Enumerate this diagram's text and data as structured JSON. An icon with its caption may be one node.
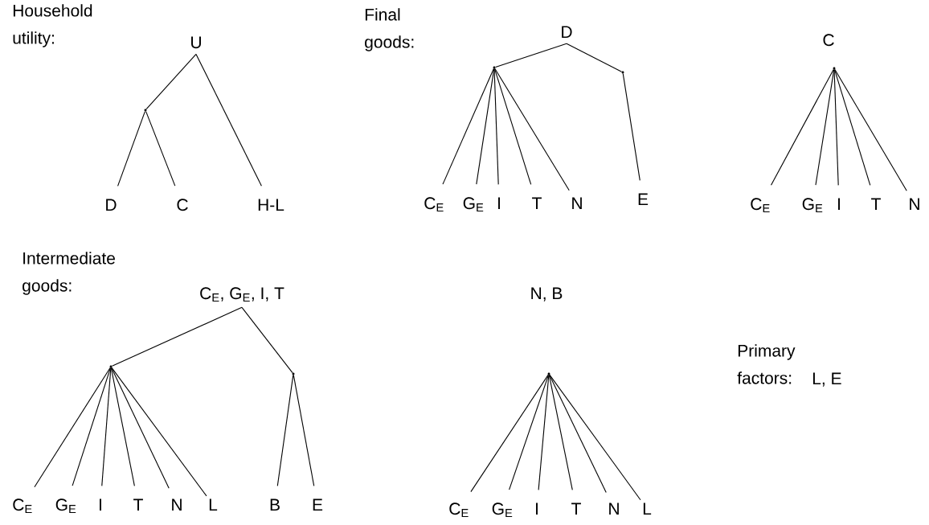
{
  "diagram": {
    "nodes": [
      {
        "text": [
          "U"
        ]
      },
      {
        "text": [],
        "shape": "point"
      },
      {
        "text": [
          "D"
        ]
      },
      {
        "text": [
          "C"
        ]
      },
      {
        "text": [
          "H-L"
        ]
      },
      {
        "text": [
          "D"
        ]
      },
      {
        "text": [],
        "shape": "point"
      },
      {
        "text": [],
        "shape": "point"
      },
      {
        "text": [
          "C$_{E}$"
        ]
      },
      {
        "text": [
          "G$_{E}$"
        ]
      },
      {
        "text": [
          "I"
        ]
      },
      {
        "text": [
          "T"
        ]
      },
      {
        "text": [
          "N"
        ]
      },
      {
        "text": [
          "E"
        ]
      },
      {
        "text": [],
        "shape": "point"
      },
      {
        "text": [
          "C$_{E}$"
        ]
      },
      {
        "text": [
          "G$_{E}$"
        ]
      },
      {
        "text": [
          "I"
        ]
      },
      {
        "text": [
          "T"
        ]
      },
      {
        "text": [
          "N"
        ]
      },
      {
        "text": [
          "C$_{E}$, G$_{E}$, I, T"
        ]
      },
      {
        "text": [],
        "shape": "point"
      },
      {
        "text": [],
        "shape": "point"
      },
      {
        "text": [
          "C$_{E}$"
        ]
      },
      {
        "text": [
          "G$_{E}$"
        ]
      },
      {
        "text": [
          "I"
        ]
      },
      {
        "text": [
          "T"
        ]
      },
      {
        "text": [
          "N"
        ]
      },
      {
        "text": [
          "L"
        ]
      },
      {
        "text": [
          "B"
        ]
      },
      {
        "text": [
          "E"
        ]
      },
      {
        "text": [],
        "shape": "point"
      },
      {
        "text": [
          "C$_{E}$"
        ]
      },
      {
        "text": [
          "G$_{E}$"
        ]
      },
      {
        "text": [
          "I"
        ]
      },
      {
        "text": [
          "T"
        ]
      },
      {
        "text": [
          "N"
        ]
      },
      {
        "text": [
          "L"
        ]
      }
    ],
    "edges": [
      {
        "from": 0,
        "to": 1,
        "arrow": "none"
      },
      {
        "from": 0,
        "to": 4,
        "arrow": "none"
      },
      {
        "from": 1,
        "to": 2,
        "arrow": "none"
      },
      {
        "from": 1,
        "to": 3,
        "arrow": "none"
      },
      {
        "from": 5,
        "to": 6,
        "arrow": "none"
      },
      {
        "from": 5,
        "to": 7,
        "arrow": "none"
      },
      {
        "from": 6,
        "to": 8,
        "arrow": "none"
      },
      {
        "from": 6,
        "to": 9,
        "arrow": "none"
      },
      {
        "from": 6,
        "to": 10,
        "arrow": "none"
      },
      {
        "from": 6,
        "to": 11,
        "arrow": "none"
      },
      {
        "from": 6,
        "to": 12,
        "arrow": "none"
      },
      {
        "from": 7,
        "to": 13,
        "arrow": "none"
      },
      {
        "from": 14,
        "to": 15,
        "arrow": "none"
      },
      {
        "from": 14,
        "to": 16,
        "arrow": "none"
      },
      {
        "from": 14,
        "to": 17,
        "arrow": "none"
      },
      {
        "from": 14,
        "to": 18,
        "arrow": "none"
      },
      {
        "from": 14,
        "to": 19,
        "arrow": "none"
      },
      {
        "from": 20,
        "to": 21,
        "arrow": "none"
      },
      {
        "from": 20,
        "to": 22,
        "arrow": "none"
      },
      {
        "from": 21,
        "to": 23,
        "arrow": "none"
      },
      {
        "from": 21,
        "to": 24,
        "arrow": "none"
      },
      {
        "from": 21,
        "to": 25,
        "arrow": "none"
      },
      {
        "from": 21,
        "to": 26,
        "arrow": "none"
      },
      {
        "from": 21,
        "to": 27,
        "arrow": "none"
      },
      {
        "from": 21,
        "to": 28,
        "arrow": "none"
      },
      {
        "from": 22,
        "to": 29,
        "arrow": "none"
      },
      {
        "from": 22,
        "to": 30,
        "arrow": "none"
      },
      {
        "from": 31,
        "to": 32,
        "arrow": "none"
      },
      {
        "from": 31,
        "to": 33,
        "arrow": "none"
      },
      {
        "from": 31,
        "to": 34,
        "arrow": "none"
      },
      {
        "from": 31,
        "to": 35,
        "arrow": "none"
      },
      {
        "from": 31,
        "to": 36,
        "arrow": "none"
      },
      {
        "from": 31,
        "to": 37,
        "arrow": "none"
      }
    ],
    "labels": [
      "Household utility:",
      "Final goods:",
      "C",
      "Intermediate goods:",
      "N, B",
      "Primary factors:",
      "L, E"
    ]
  }
}
